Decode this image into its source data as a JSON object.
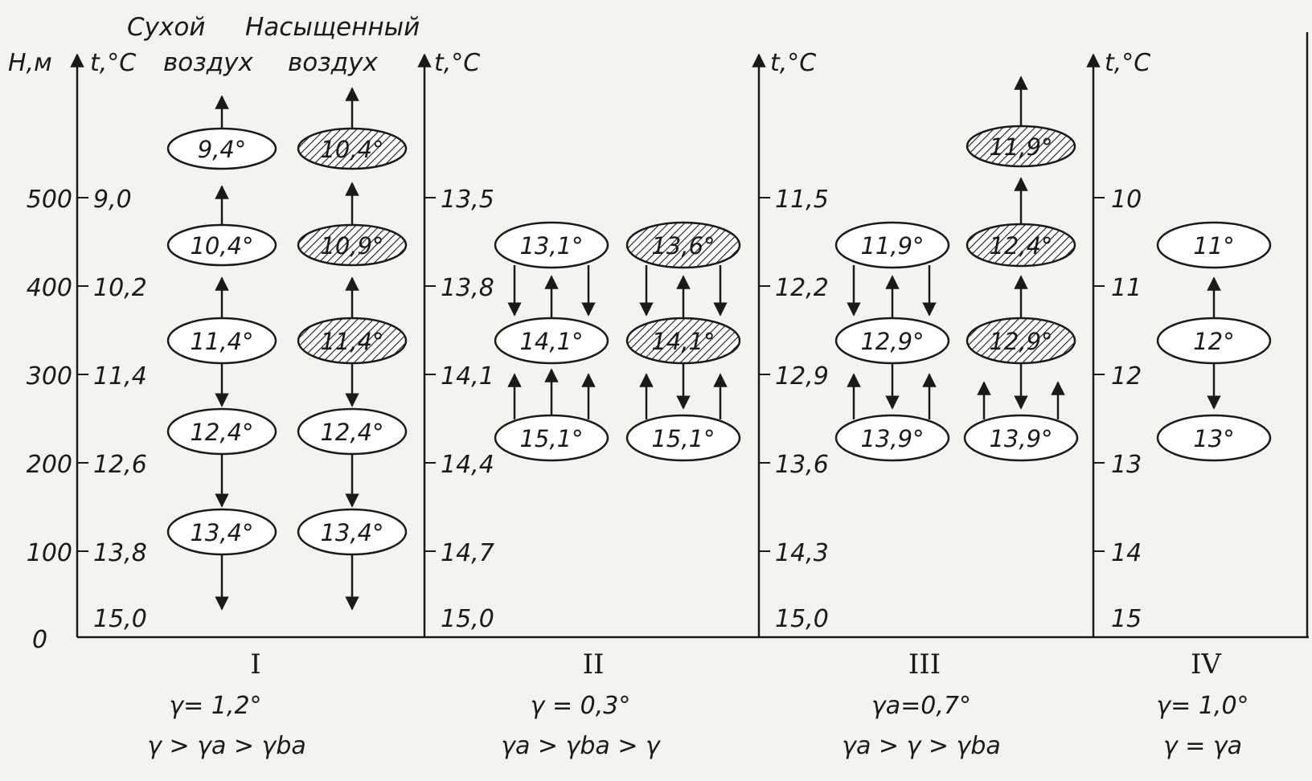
{
  "header": {
    "dry_air_word1": "Сухой",
    "dry_air_word2": "воздух",
    "sat_air_word1": "Насыщенный",
    "sat_air_word2": "воздух"
  },
  "height_axis": {
    "label": "H,м",
    "ticks": [
      "0",
      "100",
      "200",
      "300",
      "400",
      "500"
    ]
  },
  "panels": [
    {
      "axis_label": "t,°C",
      "temps": [
        "15,0",
        "13,8",
        "12,6",
        "11,4",
        "10,2",
        "9,0"
      ],
      "columns": [
        {
          "type": "dry",
          "cells": [
            "13,4°",
            "12,4°",
            "11,4°",
            "10,4°",
            "9,4°"
          ]
        },
        {
          "type": "saturated",
          "cells": [
            "13,4°",
            "12,4°",
            "11,4°",
            "10,9°",
            "10,4°"
          ]
        }
      ],
      "roman": "I",
      "gamma": "γ= 1,2°",
      "relation": "γ > γa > γba"
    },
    {
      "axis_label": "t,°C",
      "temps": [
        "15,0",
        "14,7",
        "14,4",
        "14,1",
        "13,8",
        "13,5"
      ],
      "columns": [
        {
          "type": "dry",
          "cells": [
            "15,1°",
            "14,1°",
            "13,1°"
          ]
        },
        {
          "type": "saturated",
          "cells": [
            "15,1°",
            "14,1°",
            "13,6°"
          ]
        }
      ],
      "roman": "II",
      "gamma": "γ = 0,3°",
      "relation": "γa > γba > γ"
    },
    {
      "axis_label": "t,°C",
      "temps": [
        "15,0",
        "14,3",
        "13,6",
        "12,9",
        "12,2",
        "11,5"
      ],
      "columns": [
        {
          "type": "dry",
          "cells": [
            "13,9°",
            "12,9°",
            "11,9°"
          ]
        },
        {
          "type": "saturated",
          "cells": [
            "13,9°",
            "12,9°",
            "12,4°",
            "11,9°"
          ]
        }
      ],
      "roman": "III",
      "gamma": "γa=0,7°",
      "relation": "γa > γ > γba"
    },
    {
      "axis_label": "t,°C",
      "temps": [
        "15",
        "14",
        "13",
        "12",
        "11",
        "10"
      ],
      "columns": [
        {
          "type": "dry",
          "cells": [
            "13°",
            "12°",
            "11°"
          ]
        }
      ],
      "roman": "IV",
      "gamma": "γ= 1,0°",
      "relation": "γ = γa"
    }
  ],
  "colors": {
    "ink": "#1a1a1a",
    "paper": "#f4f3ef",
    "ellipse_fill": "#ffffff"
  }
}
